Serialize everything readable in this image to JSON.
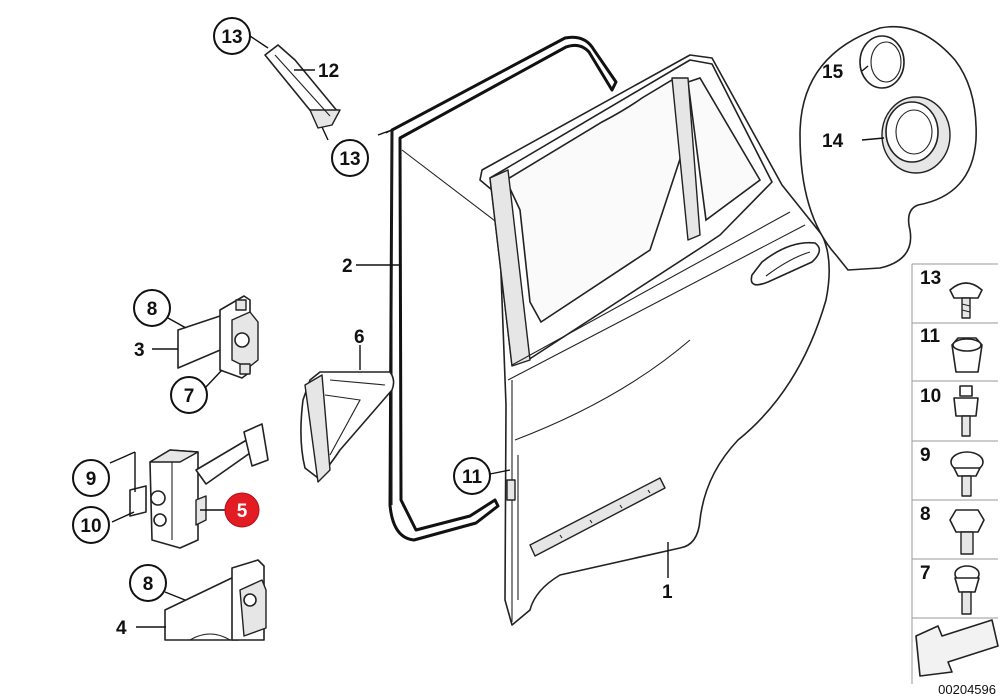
{
  "callouts": {
    "c13_top": "13",
    "c12": "12",
    "c13_lower": "13",
    "c2": "2",
    "c15": "15",
    "c14": "14",
    "c8_upper": "8",
    "c3": "3",
    "c7": "7",
    "c6": "6",
    "c9": "9",
    "c10": "10",
    "c5": "5",
    "c11": "11",
    "c8_lower": "8",
    "c4": "4",
    "c1": "1"
  },
  "legend": {
    "items": [
      {
        "label": "13",
        "icon": "screw-13-icon"
      },
      {
        "label": "11",
        "icon": "clip-nut-11-icon"
      },
      {
        "label": "10",
        "icon": "stud-bolt-10-icon"
      },
      {
        "label": "9",
        "icon": "pan-screw-9-icon"
      },
      {
        "label": "8",
        "icon": "hex-bolt-8-icon"
      },
      {
        "label": "7",
        "icon": "collar-screw-7-icon"
      }
    ],
    "arrow_icon": "page-arrow-icon"
  },
  "reference_number": "00204596",
  "colors": {
    "highlight": "#e31b23",
    "line": "#111111",
    "legend_divider": "#9a9a9a"
  }
}
